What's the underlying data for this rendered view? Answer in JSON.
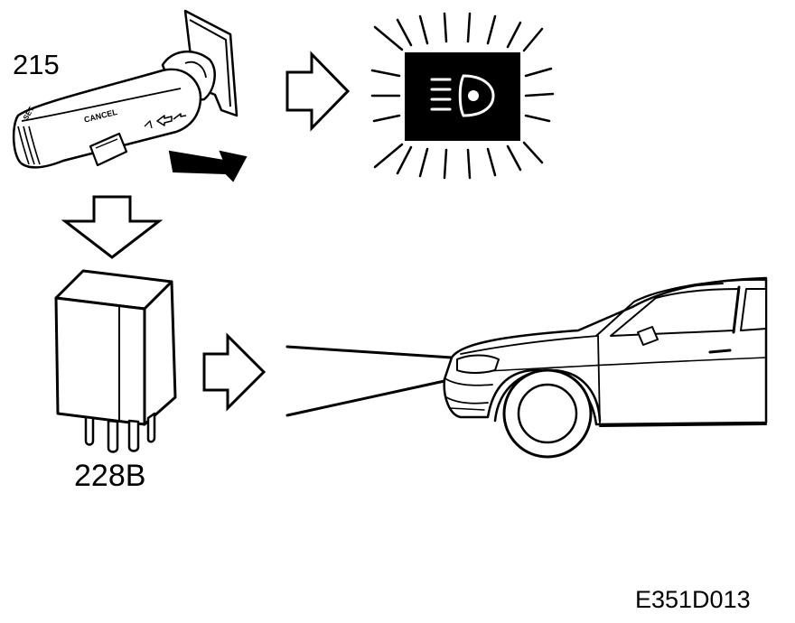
{
  "labels": {
    "switch": "215",
    "relay": "228B",
    "figure_code": "E351D013"
  },
  "switch_markings": {
    "cancel": "CANCEL",
    "set": "SET"
  },
  "colors": {
    "ink": "#000000",
    "paper": "#ffffff"
  },
  "icons": [
    "stalk-switch",
    "flow-arrow",
    "headlamp-warning-icon",
    "relay",
    "car",
    "light-beam"
  ]
}
